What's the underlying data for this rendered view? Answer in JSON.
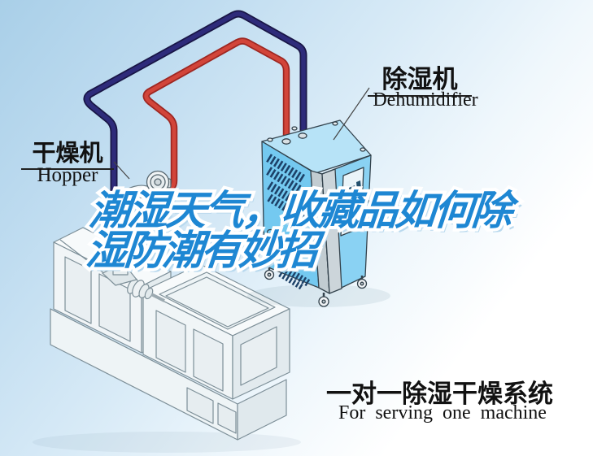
{
  "title": {
    "line1": "潮湿天气，收藏品如何除",
    "line2": "湿防潮有妙招",
    "color": "#1e87d3"
  },
  "labels": {
    "dehumidifier_zh": "除湿机",
    "dehumidifier_en": "Dehumidifier",
    "hopper_zh": "干燥机",
    "hopper_en": "Hopper"
  },
  "caption": {
    "zh": "一对一除湿干燥系统",
    "en": "For serving one machine"
  },
  "colors": {
    "background_top": "#a9cfe8",
    "pipe_navy": "#2e2b7a",
    "pipe_navy_edge": "#191646",
    "pipe_red": "#d2453a",
    "pipe_red_edge": "#9e2722",
    "dehumidifier_left_face": "#74c9f0",
    "dehumidifier_right_face": "#8ad2f3",
    "dehumidifier_top_face": "#b7e3f7",
    "machine_body": "#f1f5f7",
    "vent_slats": "#1d4168"
  }
}
